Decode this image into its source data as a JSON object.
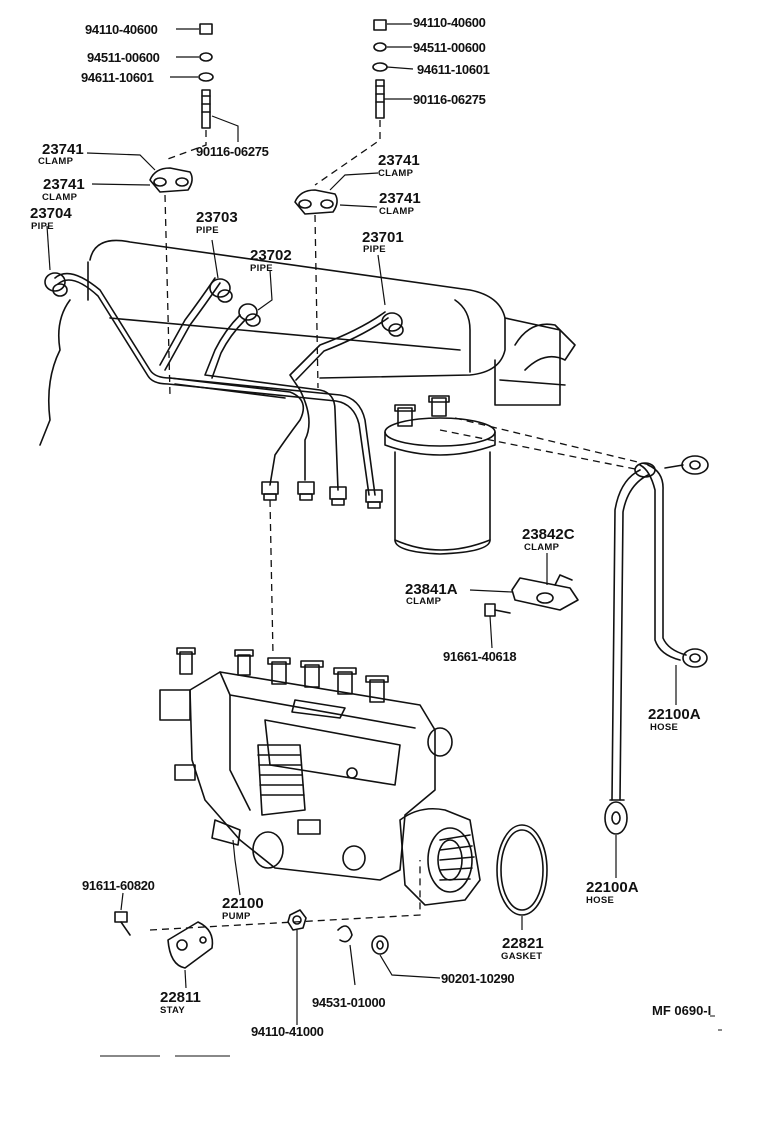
{
  "labels": {
    "n94110_40600_l": "94110-40600",
    "n94511_00600_l": "94511-00600",
    "n94611_10601_l": "94611-10601",
    "n90116_06275_l": "90116-06275",
    "n94110_40600_r": "94110-40600",
    "n94511_00600_r": "94511-00600",
    "n94611_10601_r": "94611-10601",
    "n90116_06275_r": "90116-06275",
    "clamp_23741_a": "23741",
    "clamp_23741_b": "23741",
    "clamp_23741_c": "23741",
    "clamp_23741_d": "23741",
    "pipe_23704": "23704",
    "pipe_23703": "23703",
    "pipe_23702": "23702",
    "pipe_23701": "23701",
    "clamp_23842c": "23842C",
    "clamp_23841a": "23841A",
    "bolt_91661_40618": "91661-40618",
    "hose_22100a_upper": "22100A",
    "hose_22100a_lower": "22100A",
    "bolt_91611_60820": "91611-60820",
    "pump_22100": "22100",
    "gasket_22821": "22821",
    "washer_90201_10290": "90201-10290",
    "stay_22811": "22811",
    "washer_94531_01000": "94531-01000",
    "nut_94110_41000": "94110-41000"
  },
  "names": {
    "clamp": "CLAMP",
    "pipe": "PIPE",
    "hose": "HOSE",
    "pump": "PUMP",
    "gasket": "GASKET",
    "stay": "STAY"
  },
  "reference": "MF 0690-I"
}
